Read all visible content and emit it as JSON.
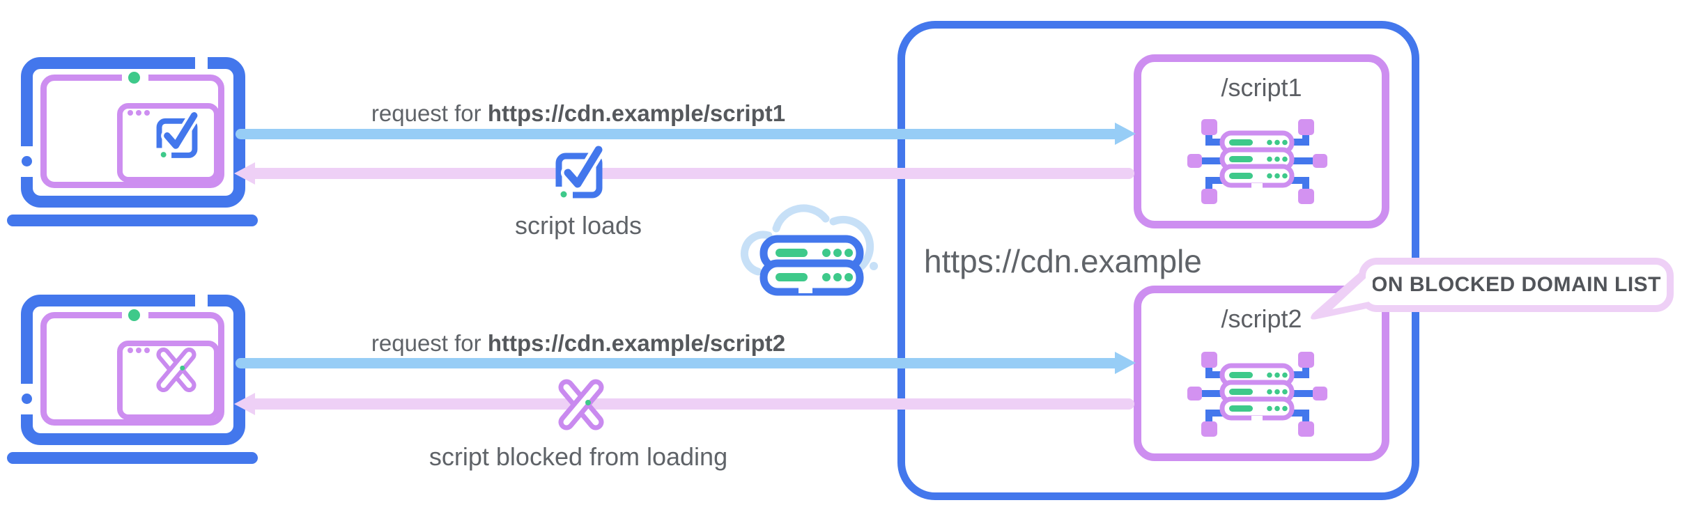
{
  "diagram": {
    "title_domain": "https://cdn.example",
    "flow1": {
      "request_prefix": "request for ",
      "request_url": "https://cdn.example/script1",
      "result": "script loads",
      "endpoint": "/script1"
    },
    "flow2": {
      "request_prefix": "request for ",
      "request_url": "https://cdn.example/script2",
      "result": "script blocked from loading",
      "endpoint": "/script2"
    },
    "callout": "ON BLOCKED DOMAIN LIST",
    "icons": [
      "laptop-allowed-icon",
      "laptop-blocked-icon",
      "check-square-icon",
      "blocked-x-icon",
      "cloud-server-icon",
      "server-chip-icon"
    ],
    "colors": {
      "blue": "#4377ec",
      "light_blue_arrow": "#97cdf6",
      "cloud_blue": "#c7e0f7",
      "purple": "#cd8ef0",
      "lavender_arrow": "#eed0f6",
      "green": "#3ec98a",
      "text_gray": "#5f6368"
    }
  }
}
